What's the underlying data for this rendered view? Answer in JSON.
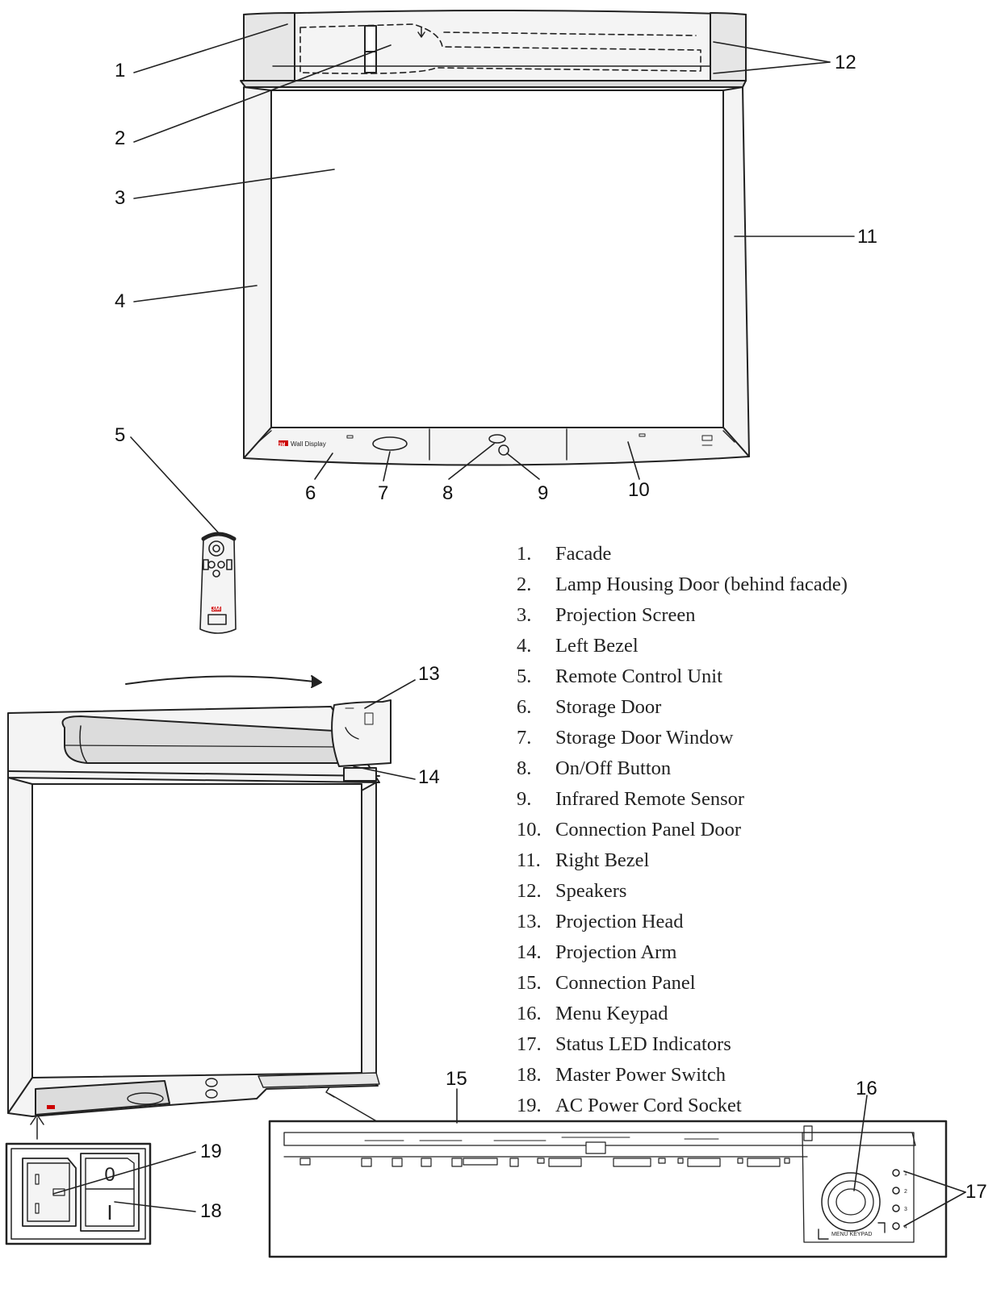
{
  "callouts": [
    "1",
    "2",
    "3",
    "4",
    "5",
    "6",
    "7",
    "8",
    "9",
    "10",
    "11",
    "12",
    "13",
    "14",
    "15",
    "16",
    "17",
    "18",
    "19"
  ],
  "legend": [
    {
      "num": "1.",
      "label": "Facade"
    },
    {
      "num": "2.",
      "label": "Lamp Housing Door (behind facade)"
    },
    {
      "num": "3.",
      "label": "Projection Screen"
    },
    {
      "num": "4.",
      "label": "Left Bezel"
    },
    {
      "num": "5.",
      "label": "Remote Control Unit"
    },
    {
      "num": "6.",
      "label": "Storage Door"
    },
    {
      "num": "7.",
      "label": "Storage Door Window"
    },
    {
      "num": "8.",
      "label": "On/Off Button"
    },
    {
      "num": "9.",
      "label": "Infrared Remote Sensor"
    },
    {
      "num": "10.",
      "label": "Connection Panel Door"
    },
    {
      "num": "11.",
      "label": "Right Bezel"
    },
    {
      "num": "12.",
      "label": "Speakers"
    },
    {
      "num": "13.",
      "label": "Projection Head"
    },
    {
      "num": "14.",
      "label": "Projection Arm"
    },
    {
      "num": "15.",
      "label": "Connection Panel"
    },
    {
      "num": "16.",
      "label": "Menu Keypad"
    },
    {
      "num": "17.",
      "label": "Status LED Indicators"
    },
    {
      "num": "18.",
      "label": "Master Power Switch"
    },
    {
      "num": "19.",
      "label": "AC Power Cord Socket"
    }
  ],
  "device": {
    "brand": "3M",
    "product_label": "Wall Display",
    "remote_brand": "3M",
    "switch_off_symbol": "0",
    "switch_on_symbol": "I",
    "panel_keypad_label": "MENU KEYPAD",
    "panel_led_numbers": [
      "1",
      "2",
      "3",
      "4"
    ]
  },
  "colors": {
    "line": "#222222",
    "bezel": "#f4f4f4",
    "shade": "#dcdcdc"
  }
}
